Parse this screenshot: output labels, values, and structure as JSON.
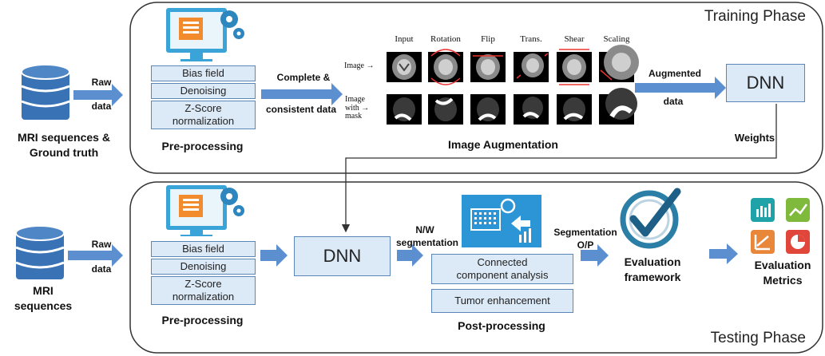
{
  "training": {
    "phase_title": "Training Phase",
    "source_label": "MRI sequences &\nGround truth",
    "raw_label": "Raw",
    "data_label": "data",
    "preprocessing_steps": [
      "Bias field",
      "Denoising",
      "Z-Score\nnormalization"
    ],
    "preprocessing_label": "Pre-processing",
    "complete_label_1": "Complete &",
    "complete_label_2": "consistent data",
    "augmentation": {
      "columns": [
        "Input",
        "Rotation",
        "Flip",
        "Trans.",
        "Shear",
        "Scaling"
      ],
      "row_image": "Image →",
      "row_mask": "Image\nwith →\nmask",
      "label": "Image Augmentation"
    },
    "augmented_label": "Augmented",
    "augmented_data_label": "data",
    "dnn_label": "DNN",
    "weights_label": "Weights"
  },
  "testing": {
    "phase_title": "Testing Phase",
    "source_label": "MRI sequences",
    "raw_label": "Raw",
    "data_label": "data",
    "preprocessing_steps": [
      "Bias field",
      "Denoising",
      "Z-Score\nnormalization"
    ],
    "preprocessing_label": "Pre-processing",
    "dnn_label": "DNN",
    "nw_label": "N/W\nsegmentation",
    "postprocessing_steps": [
      "Connected\ncomponent analysis",
      "Tumor enhancement"
    ],
    "postprocessing_label": "Post-processing",
    "seg_op_label": "Segmentation\nO/P",
    "evaluation_framework_label": "Evaluation\nframework",
    "evaluation_metrics_label": "Evaluation\nMetrics"
  },
  "colors": {
    "arrow": "#5b8fd0",
    "box_fill": "#dce9f6",
    "box_border": "#5b86b8",
    "db_blue": "#3a73b5",
    "check_teal": "#2b7fa6",
    "metric_teal": "#1fa3a8",
    "metric_green": "#7fba3c",
    "metric_orange": "#e8863a",
    "metric_red": "#e0473a"
  }
}
